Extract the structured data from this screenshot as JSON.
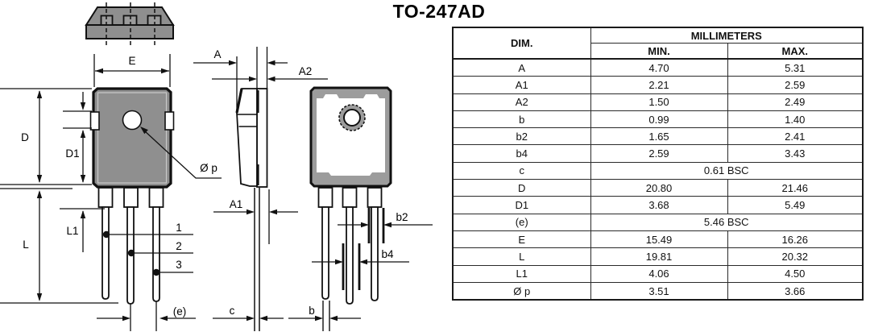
{
  "title": "TO-247AD",
  "colors": {
    "line": "#111111",
    "front_body_gray": "#8f8f8f",
    "back_body_gray": "#9c9c9c",
    "inner_highlight": "#c9c9c9",
    "background": "#ffffff"
  },
  "drawing": {
    "labels": {
      "E": "E",
      "A": "A",
      "A1": "A1",
      "A2": "A2",
      "c": "c",
      "b": "b",
      "b2": "b2",
      "b4": "b4",
      "D": "D",
      "D1": "D1",
      "L": "L",
      "L1": "L1",
      "pitch": "(e)",
      "hole": "Ø p",
      "pin1": "1",
      "pin2": "2",
      "pin3": "3"
    }
  },
  "table": {
    "header": {
      "dim": "DIM.",
      "group": "MILLIMETERS",
      "min": "MIN.",
      "max": "MAX."
    },
    "rows": [
      {
        "dim": "A",
        "min": "4.70",
        "max": "5.31"
      },
      {
        "dim": "A1",
        "min": "2.21",
        "max": "2.59"
      },
      {
        "dim": "A2",
        "min": "1.50",
        "max": "2.49"
      },
      {
        "dim": "b",
        "min": "0.99",
        "max": "1.40"
      },
      {
        "dim": "b2",
        "min": "1.65",
        "max": "2.41"
      },
      {
        "dim": "b4",
        "min": "2.59",
        "max": "3.43"
      },
      {
        "dim": "c",
        "span": "0.61 BSC"
      },
      {
        "dim": "D",
        "min": "20.80",
        "max": "21.46"
      },
      {
        "dim": "D1",
        "min": "3.68",
        "max": "5.49"
      },
      {
        "dim": "(e)",
        "span": "5.46 BSC"
      },
      {
        "dim": "E",
        "min": "15.49",
        "max": "16.26"
      },
      {
        "dim": "L",
        "min": "19.81",
        "max": "20.32"
      },
      {
        "dim": "L1",
        "min": "4.06",
        "max": "4.50"
      },
      {
        "dim": "Ø p",
        "min": "3.51",
        "max": "3.66"
      }
    ]
  }
}
